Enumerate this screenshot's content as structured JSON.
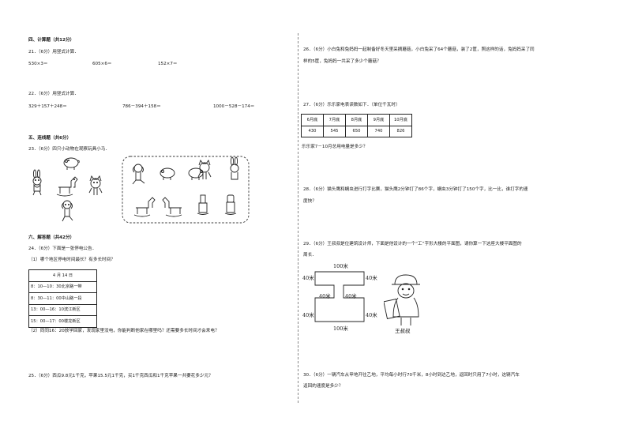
{
  "left": {
    "sec4_title": "四、计算题（共12分）",
    "q21": {
      "prompt": "21．（6分）用竖式计算．",
      "items": [
        "530×3＝",
        "605×6＝",
        "152×7＝"
      ]
    },
    "q22": {
      "prompt": "22．（6分）用竖式计算．",
      "items": [
        "329＋157＋248＝",
        "786－394＋158＝",
        "1000－528－174＝"
      ]
    },
    "sec5_title": "五、连线题（共6分）",
    "q23": {
      "prompt": "23．（6分）四只小动物在观察玩具小马．"
    },
    "sec6_title": "六、解答题（共42分）",
    "q24": {
      "prompt": "24．（6分）下面是一张停电公告．",
      "sub1": "（1）哪个地区停电时间最长？有多长时间？",
      "table_title": "4 月 14 日",
      "rows": [
        "8：10—10：30北京路一带",
        "8：30—11：00中山路一段",
        "13：00—16：10滨江新区",
        "15：00—17：00楼龙新区"
      ],
      "sub2": "（2）同同16：20放学回家，发现家里没电，你能判断他家在哪里吗？还需要多长时间才会来电？"
    },
    "q25": {
      "prompt": "25．（6分）西瓜9.8元1千克，苹果15.5元1千克，买1千克西瓜和1千克苹果一共要花多少元？"
    }
  },
  "right": {
    "q26": {
      "line1": "26．（6分）小白兔和兔妈妈一起制备好冬天里采摘蘑菇，小白兔采了64个蘑菇，装了2筐，照这样的话，兔妈妈采了同",
      "line2": "样的5筐，兔妈妈一共采了多少个蘑菇？"
    },
    "q27": {
      "prompt": "27．（6分）乐乐家电表读数如下．（单位千瓦时）",
      "headers": [
        "6月底",
        "7月底",
        "8月底",
        "9月底",
        "10月底"
      ],
      "values": [
        "430",
        "545",
        "650",
        "740",
        "826"
      ],
      "question": "乐乐家7－10月总用电量是多少？"
    },
    "q28": {
      "line1": "28．（6分）猫头鹰和蜗虫进行打字比赛，猫头鹰2分钟打了86个字，蜗虫3分钟打了150个字，比一比，谁打字的速",
      "line2": "度快？"
    },
    "q29": {
      "line1": "29．（6分）王叔叔是位建筑设计师，下面是他设计的一个“工”字形大楼的平面图，请你算一下这座大楼平面图的",
      "line2": "周长．",
      "labels": {
        "top": "100米",
        "bottom": "100米",
        "left_top": "40米",
        "right_top": "40米",
        "left_bottom": "40米",
        "right_bottom": "40米",
        "mid_left": "40米",
        "mid_right": "40米"
      },
      "person_label": "王叔叔"
    },
    "q30": {
      "line1": "30．（6分）一辆汽车从甲地开往乙地，平均每小时行70千米，8小时到达乙地，返回时只用了7小时，这辆汽车",
      "line2": "返回的速度是多少？"
    }
  },
  "icons": [
    "rabbit-icon",
    "pig-icon",
    "cat-icon",
    "dog-icon",
    "horse-toy-icon"
  ]
}
